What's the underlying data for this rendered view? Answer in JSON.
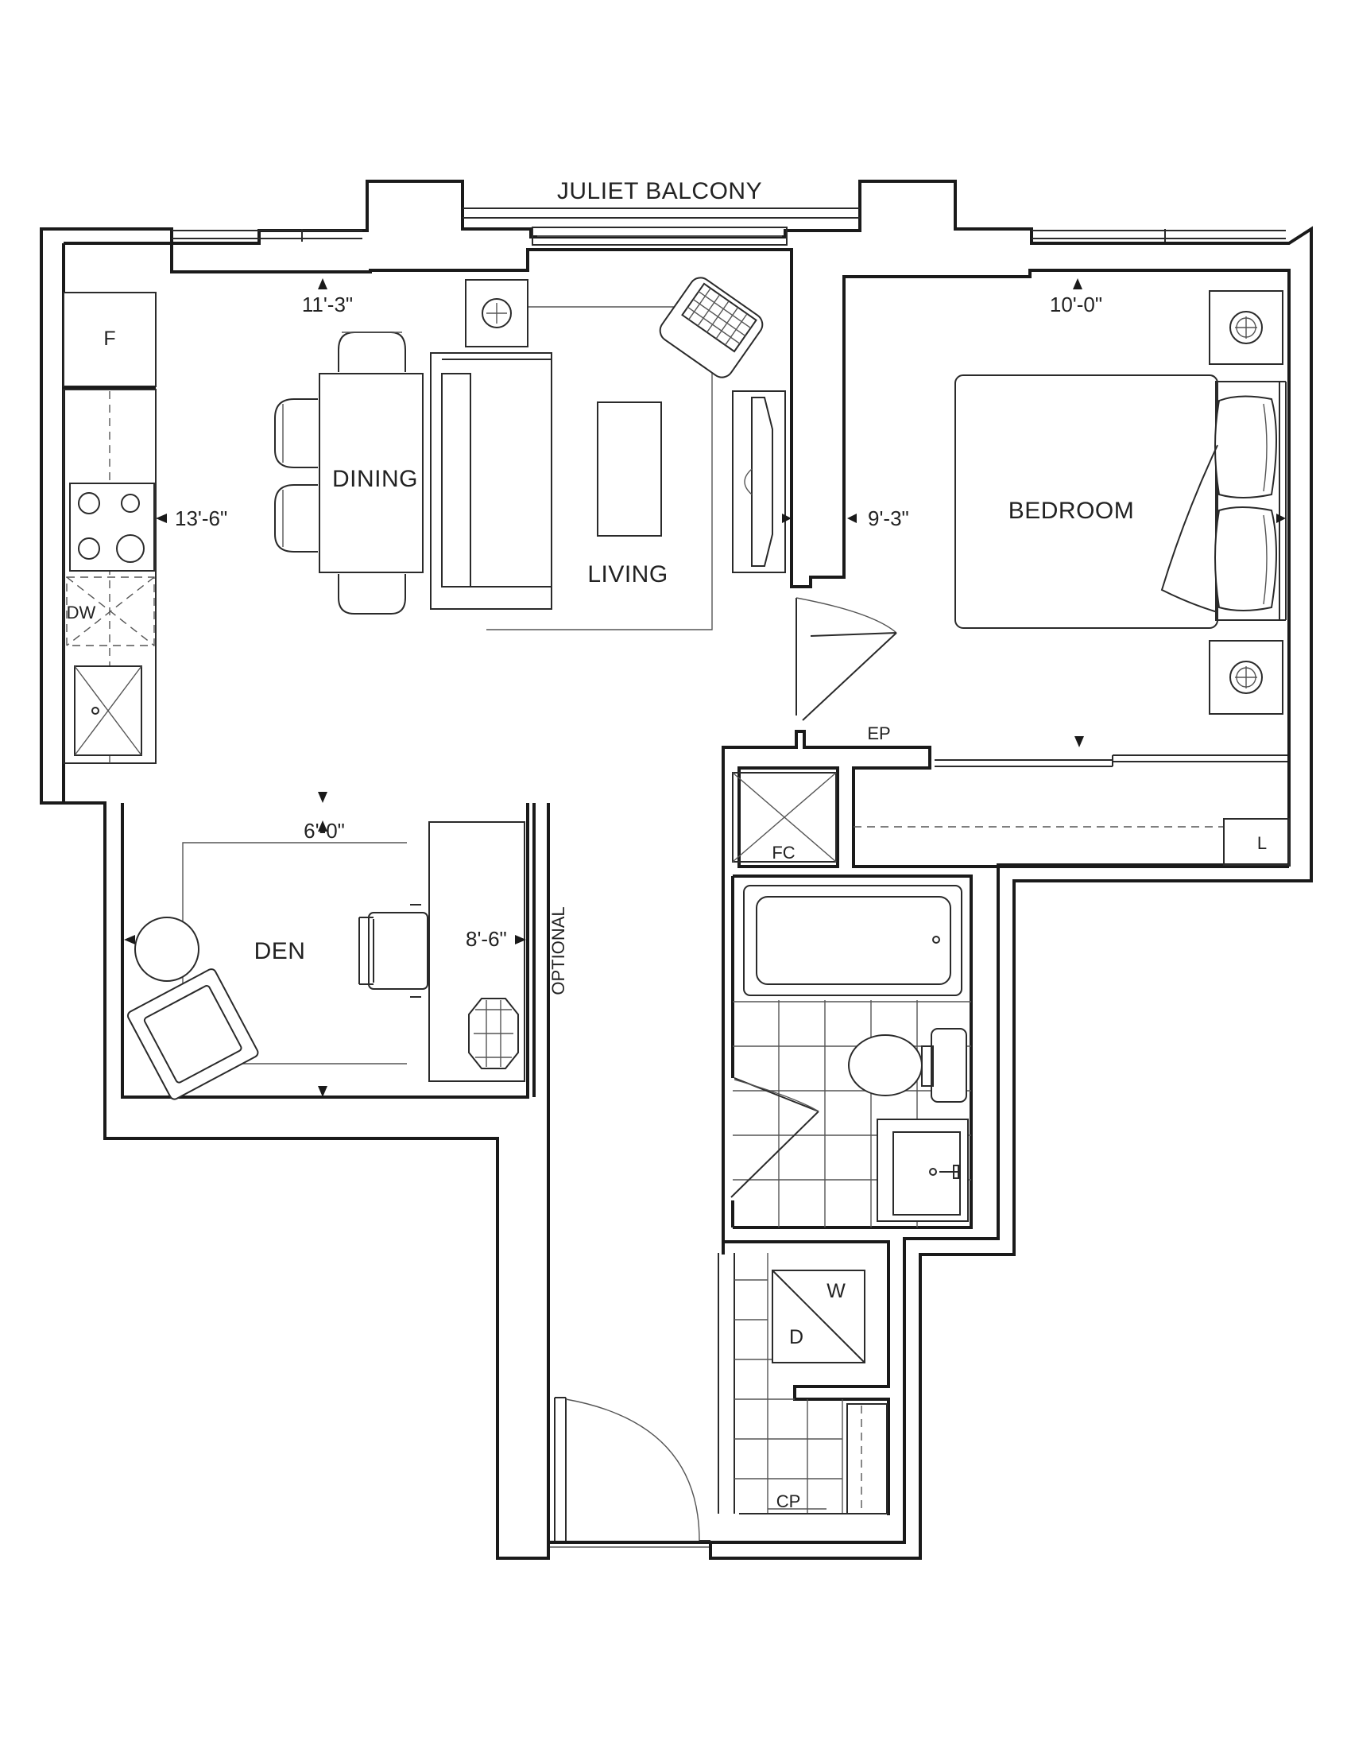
{
  "plan": {
    "balcony_label": "JULIET BALCONY",
    "rooms": {
      "dining": "DINING",
      "living": "LIVING",
      "bedroom": "BEDROOM",
      "den": "DEN"
    },
    "dimensions": {
      "living_width": "11'-3\"",
      "living_depth": "13'-6\"",
      "bedroom_width": "10'-0\"",
      "bedroom_depth": "9'-3\"",
      "den_width": "6'-0\"",
      "den_depth": "8'-6\""
    },
    "fixtures": {
      "fridge": "F",
      "dishwasher": "DW",
      "electrical_panel": "EP",
      "front_closet": "FC",
      "linen": "L",
      "washer": "W",
      "dryer": "D",
      "coat_pantry": "CP"
    },
    "notes": {
      "optional": "OPTIONAL"
    }
  }
}
